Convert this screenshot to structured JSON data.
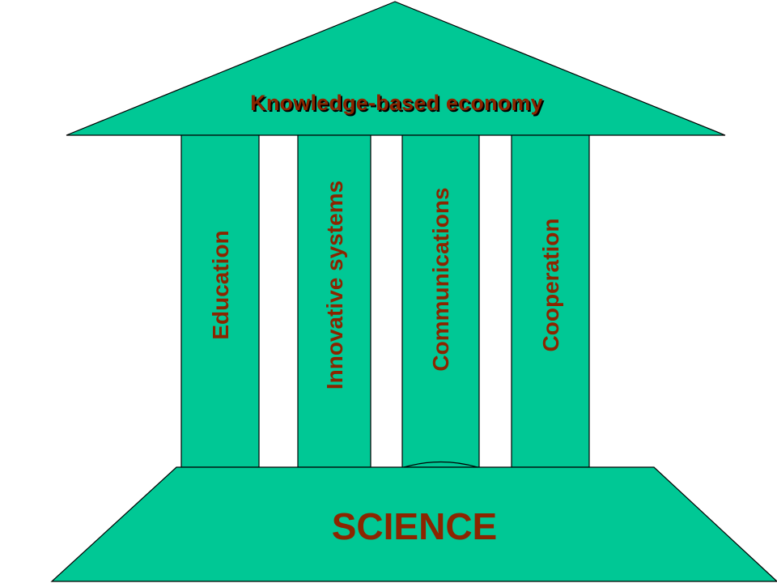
{
  "diagram": {
    "roof": {
      "title": "Knowledge-based economy"
    },
    "pillars": [
      {
        "label": "Education"
      },
      {
        "label": "Innovative systems"
      },
      {
        "label": "Communications"
      },
      {
        "label": "Cooperation"
      }
    ],
    "base": {
      "label": "SCIENCE"
    }
  },
  "colors": {
    "fill": "#00C895",
    "text": "#8B2500",
    "text_shadow": "#000000",
    "stroke": "#000000"
  }
}
